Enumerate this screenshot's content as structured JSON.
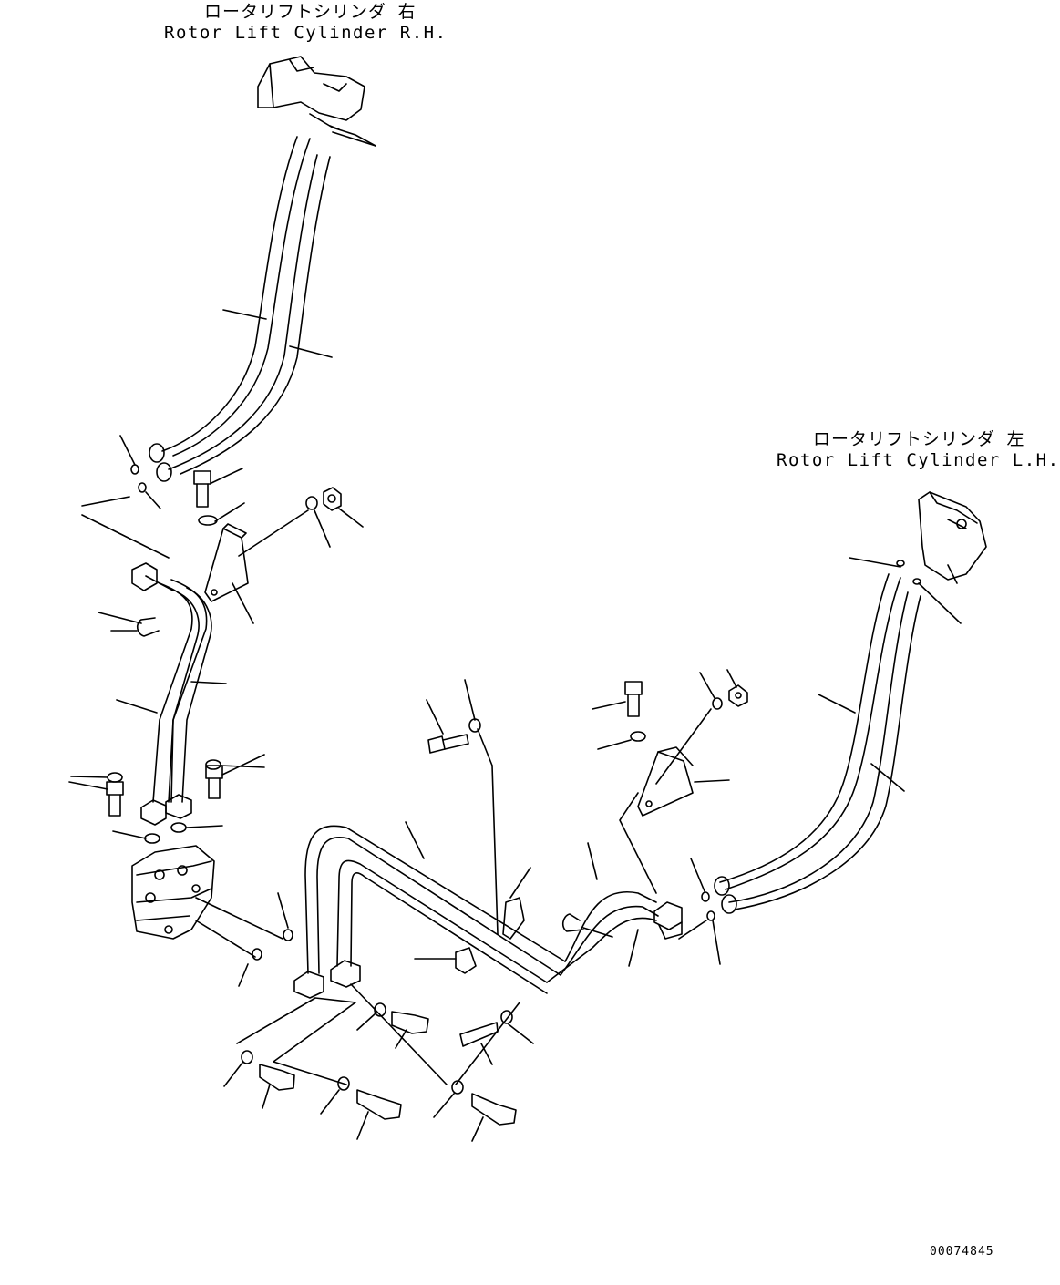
{
  "labels": {
    "rh_jp": "ロータリフトシリンダ 右",
    "rh_en": "Rotor Lift Cylinder R.H.",
    "lh_jp": "ロータリフトシリンダ 左",
    "lh_en": "Rotor Lift Cylinder L.H.",
    "drawing_number": "00074845"
  }
}
